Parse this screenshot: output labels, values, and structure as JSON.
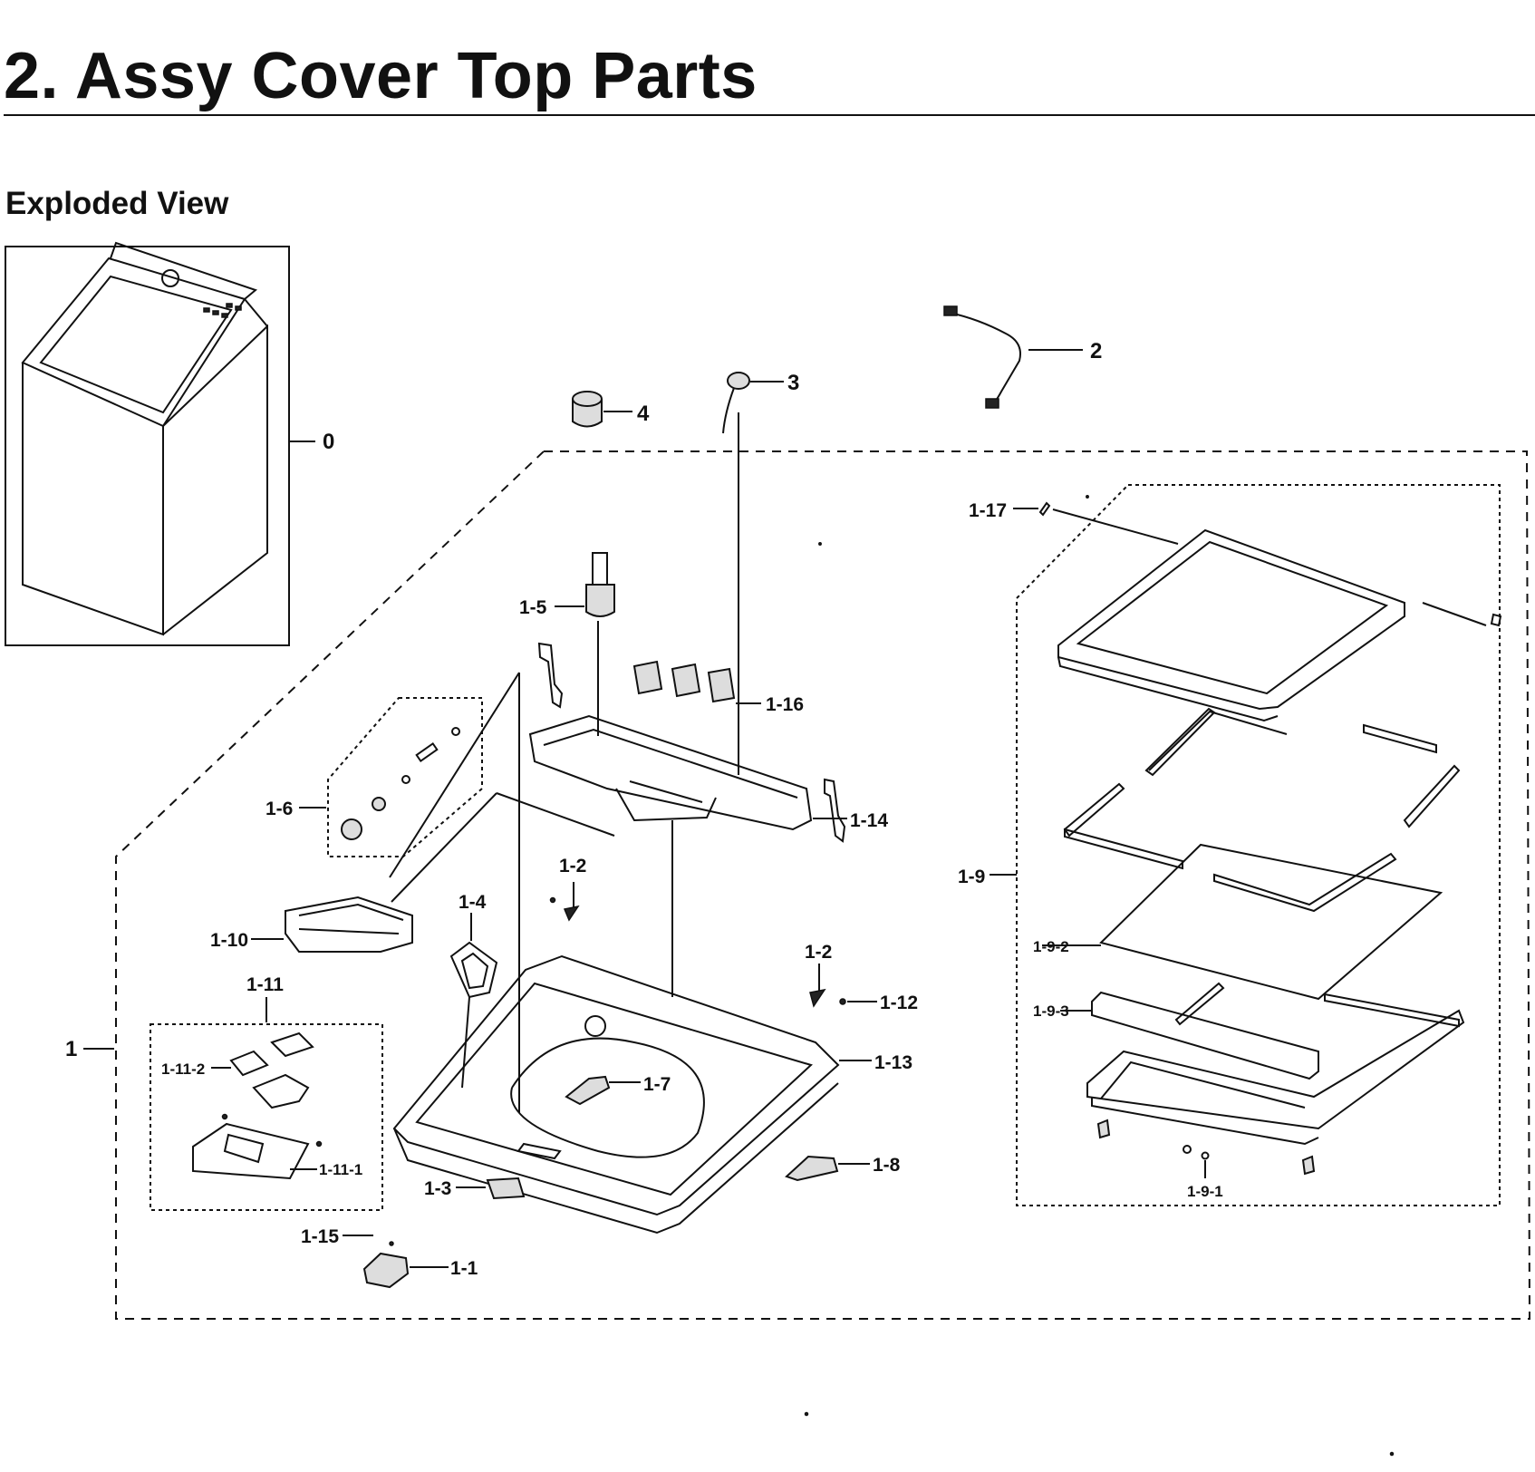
{
  "header": {
    "title": "2.  Assy Cover Top Parts",
    "subtitle": "Exploded View"
  },
  "callouts": {
    "c0": "0",
    "c1": "1",
    "c2": "2",
    "c3": "3",
    "c4": "4",
    "c1_1": "1-1",
    "c1_2a": "1-2",
    "c1_2b": "1-2",
    "c1_3": "1-3",
    "c1_4": "1-4",
    "c1_5": "1-5",
    "c1_6": "1-6",
    "c1_7": "1-7",
    "c1_8": "1-8",
    "c1_9": "1-9",
    "c1_9_1": "1-9-1",
    "c1_9_2": "1-9-2",
    "c1_9_3": "1-9-3",
    "c1_10": "1-10",
    "c1_11": "1-11",
    "c1_11_1": "1-11-1",
    "c1_11_2": "1-11-2",
    "c1_12": "1-12",
    "c1_13": "1-13",
    "c1_14": "1-14",
    "c1_15": "1-15",
    "c1_16": "1-16",
    "c1_17": "1-17"
  }
}
